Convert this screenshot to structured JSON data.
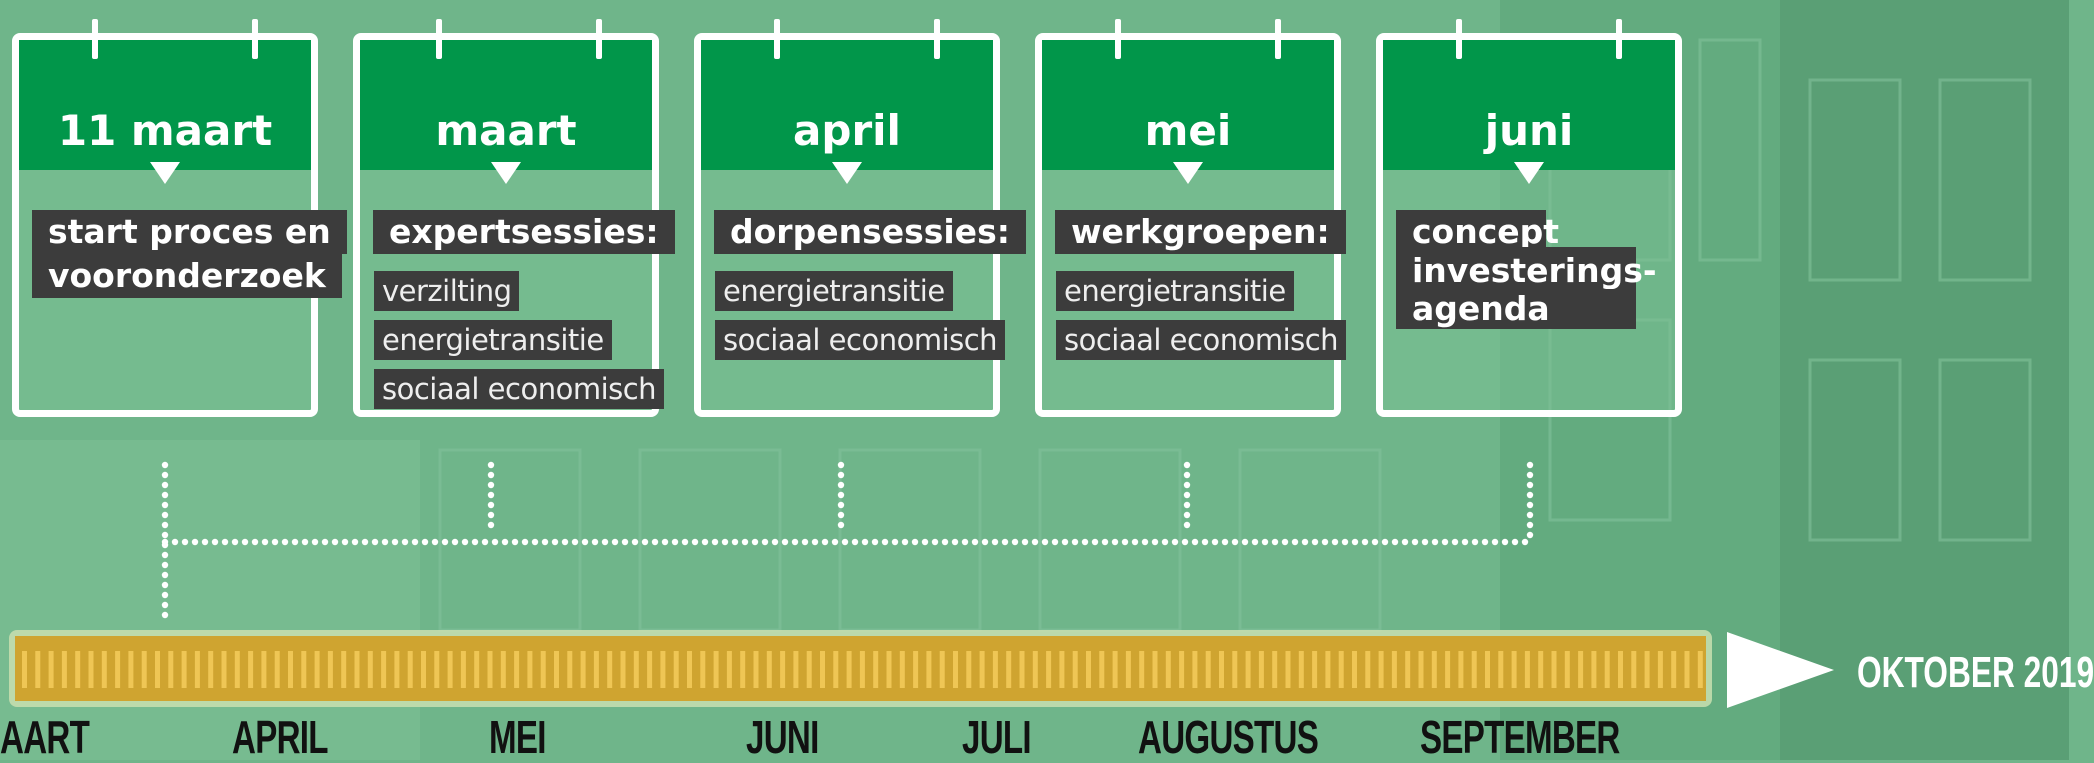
{
  "cards": [
    {
      "title": "11 maart",
      "bold_lines": [
        "start proces en",
        "vooronderzoek"
      ],
      "items": []
    },
    {
      "title": "maart",
      "bold_lines": [
        "expertsessies:"
      ],
      "items": [
        "verzilting",
        "energietransitie",
        "sociaal economisch"
      ]
    },
    {
      "title": "april",
      "bold_lines": [
        "dorpensessies:"
      ],
      "items": [
        "energietransitie",
        "sociaal economisch"
      ]
    },
    {
      "title": "mei",
      "bold_lines": [
        "werkgroepen:"
      ],
      "items": [
        "energietransitie",
        "sociaal economisch"
      ]
    },
    {
      "title": "juni",
      "bold_lines": [
        "concept",
        "investerings-",
        "agenda"
      ],
      "items": []
    }
  ],
  "timeline": {
    "months": [
      "AART",
      "APRIL",
      "MEI",
      "JUNI",
      "JULI",
      "AUGUSTUS",
      "SEPTEMBER"
    ],
    "end_label": "OKTOBER 2019"
  },
  "colors": {
    "header_green": "#01964a",
    "background_green": "#6fb58a",
    "bar_gold": "#cfa430",
    "label_dark": "#3c3c3c"
  },
  "icons": [
    "calendar-ring-icon",
    "down-pointer-icon",
    "arrow-right-icon"
  ]
}
